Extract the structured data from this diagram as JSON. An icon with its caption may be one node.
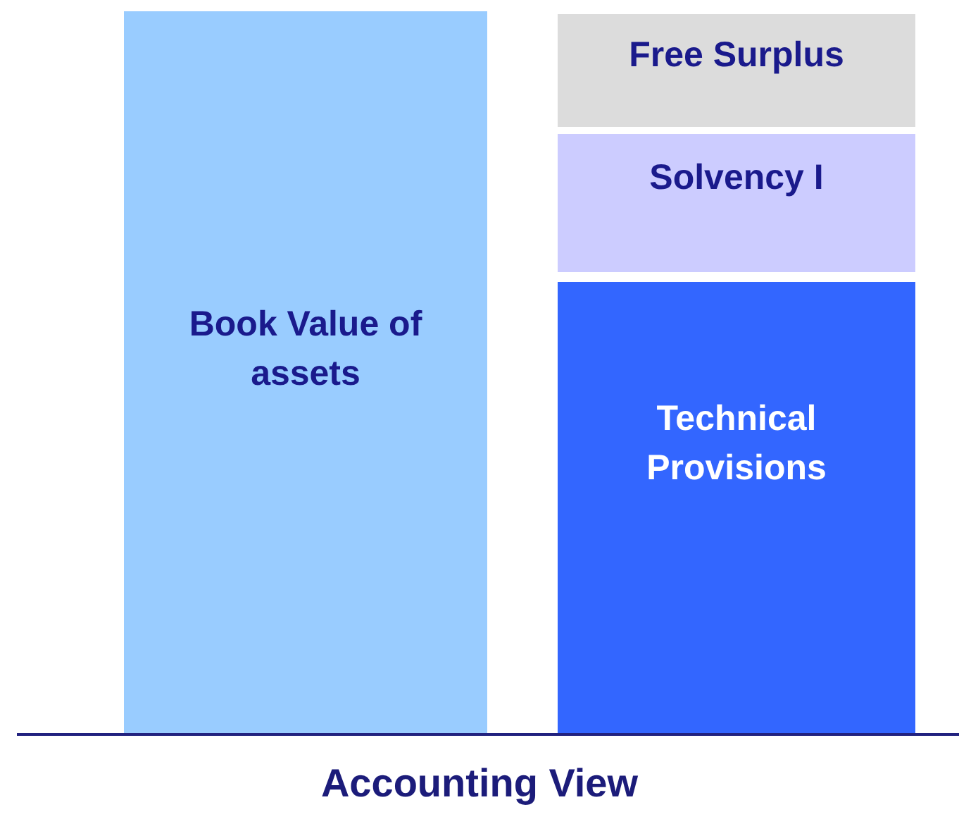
{
  "diagram": {
    "caption": "Accounting View",
    "nodes": [
      {
        "text": [
          "Book Value of assets"
        ]
      },
      {
        "text": [
          "Free Surplus"
        ]
      },
      {
        "text": [
          "Solvency I"
        ]
      },
      {
        "text": [
          "Technical Provisions"
        ]
      }
    ]
  }
}
